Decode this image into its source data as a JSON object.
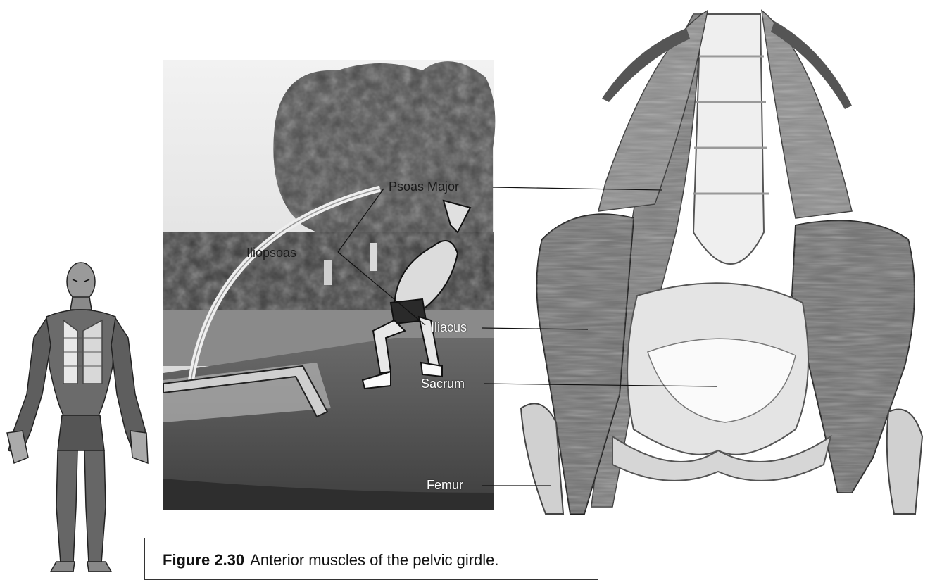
{
  "labels": {
    "psoas_major": "Psoas Major",
    "iliopsoas": "Iliopsoas",
    "iliacus": "Iliacus",
    "sacrum": "Sacrum",
    "femur": "Femur"
  },
  "caption": {
    "number": "Figure 2.30",
    "text": "Anterior muscles of the pelvic girdle."
  }
}
